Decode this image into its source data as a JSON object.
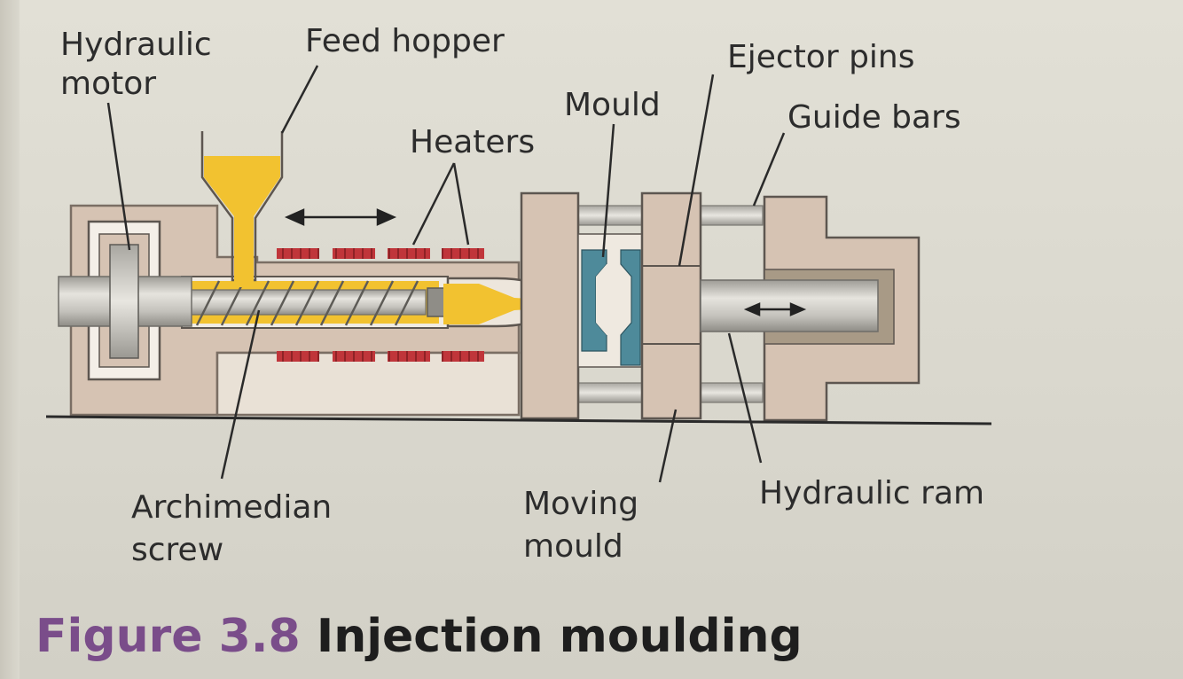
{
  "figure": {
    "number": "Figure 3.8",
    "title": "Injection moulding"
  },
  "labels": {
    "hydraulic_motor": [
      "Hydraulic",
      "motor"
    ],
    "feed_hopper": "Feed hopper",
    "heaters": "Heaters",
    "mould": "Mould",
    "ejector_pins": "Ejector pins",
    "guide_bars": "Guide bars",
    "archimedian_screw": [
      "Archimedian",
      "screw"
    ],
    "moving_mould": [
      "Moving",
      "mould"
    ],
    "hydraulic_ram": "Hydraulic ram"
  },
  "colors": {
    "machine_body": "#d6c3b3",
    "plastic": "#f2c230",
    "heater": "#c0353a",
    "mould_cavity": "#4e8a9a",
    "shaft": "#c4c2bc",
    "caption_number": "#7a4d8a"
  }
}
